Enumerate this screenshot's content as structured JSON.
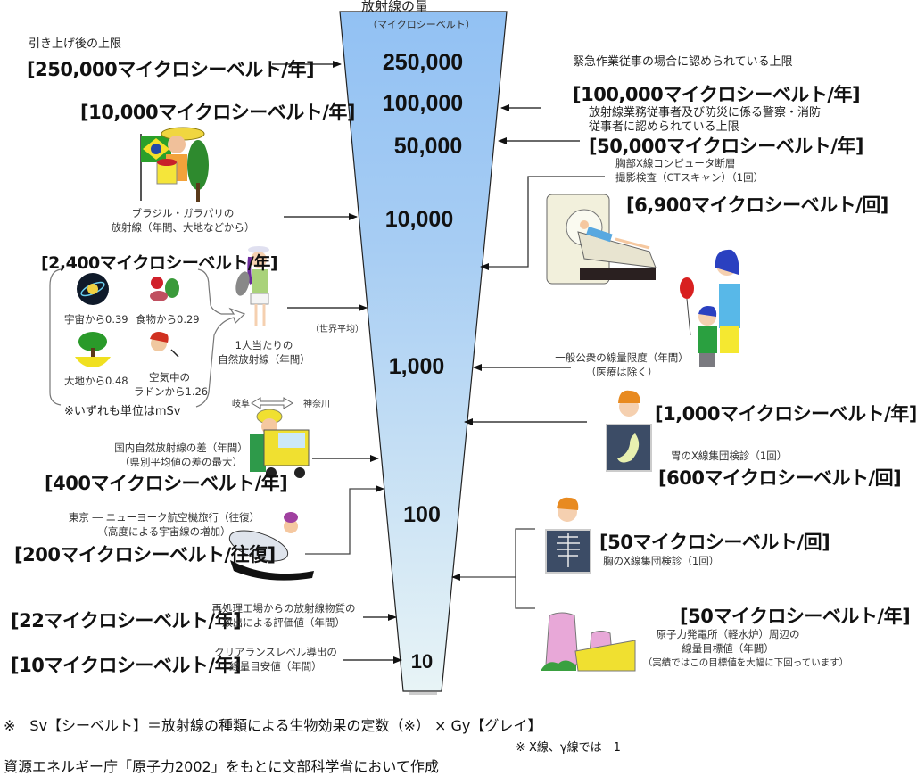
{
  "funnel": {
    "title": "放射線の量",
    "unit": "（マイクロシーベルト）",
    "colors": {
      "top": "#92c1f3",
      "bottom": "#e8f4f6",
      "stroke": "#222222"
    },
    "scale_labels": [
      "250,000",
      "100,000",
      "50,000",
      "10,000",
      "1,000",
      "100",
      "10"
    ]
  },
  "left": {
    "raised_limit_caption": "引き上げ後の上限",
    "raised_limit_value": "[250,000マイクロシーベルト/年]",
    "brazil_value": "[10,000マイクロシーベルト/年]",
    "brazil_caption_1": "ブラジル・ガラパリの",
    "brazil_caption_2": "放射線（年間、大地などから）",
    "natural_value": "[2,400マイクロシーベルト/年]",
    "breakdown": [
      {
        "label": "宇宙から0.39",
        "icon": "space-icon"
      },
      {
        "label": "食物から0.29",
        "icon": "food-icon"
      },
      {
        "label": "大地から0.48",
        "icon": "earth-tree-icon"
      },
      {
        "label_1": "空気中の",
        "label_2": "ラドンから1.26",
        "icon": "radon-person-icon"
      }
    ],
    "breakdown_note": "※いずれも単位はmSv",
    "per_person_1": "1人当たりの",
    "per_person_2": "自然放射線（年間）",
    "world_average": "（世界平均）",
    "gifu": "岐阜",
    "kanagawa": "神奈川",
    "domestic_caption_1": "国内自然放射線の差（年間）",
    "domestic_caption_2": "（県別平均値の差の最大）",
    "domestic_value": "[400マイクロシーベルト/年]",
    "flight_caption_1": "東京 ― ニューヨーク航空機旅行（往復）",
    "flight_caption_2": "（高度による宇宙線の増加）",
    "flight_value": "[200マイクロシーベルト/往復]",
    "reprocessing_value": "[22マイクロシーベルト/年]",
    "reprocessing_caption_1": "再処理工場からの放射線物質の",
    "reprocessing_caption_2": "放出による評価値（年間）",
    "clearance_value": "[10マイクロシーベルト/年]",
    "clearance_caption_1": "クリアランスレベル導出の",
    "clearance_caption_2": "線量目安値（年間）"
  },
  "right": {
    "emergency_caption": "緊急作業従事の場合に認められている上限",
    "emergency_value": "[100,000マイクロシーベルト/年]",
    "worker_caption_1": "放射線業務従事者及び防災に係る警察・消防",
    "worker_caption_2": "従事者に認められている上限",
    "worker_value": "[50,000マイクロシーベルト/年]",
    "ct_caption_1": "胸部X線コンピュータ断層",
    "ct_caption_2": "撮影検査（CTスキャン）（1回）",
    "ct_value": "[6,900マイクロシーベルト/回]",
    "public_caption_1": "一般公衆の線量限度（年間）",
    "public_caption_2": "（医療は除く）",
    "public_value": "[1,000マイクロシーベルト/年]",
    "stomach_caption": "胃のX線集団検診（1回）",
    "stomach_value": "[600マイクロシーベルト/回]",
    "chest_value": "[50マイクロシーベルト/回]",
    "chest_caption": "胸のX線集団検診（1回）",
    "plant_value": "[50マイクロシーベルト/年]",
    "plant_caption_1": "原子力発電所（軽水炉）周辺の",
    "plant_caption_2": "線量目標値（年間）",
    "plant_caption_3": "（実績ではこの目標値を大幅に下回っています）"
  },
  "footer": {
    "formula": "※　Sv【シーベルト】＝放射線の種類による生物効果の定数（※） × Gy【グレイ】",
    "formula_note": "※ X線、γ線では　1",
    "source": "資源エネルギー庁「原子力2002」をもとに文部科学省において作成"
  }
}
